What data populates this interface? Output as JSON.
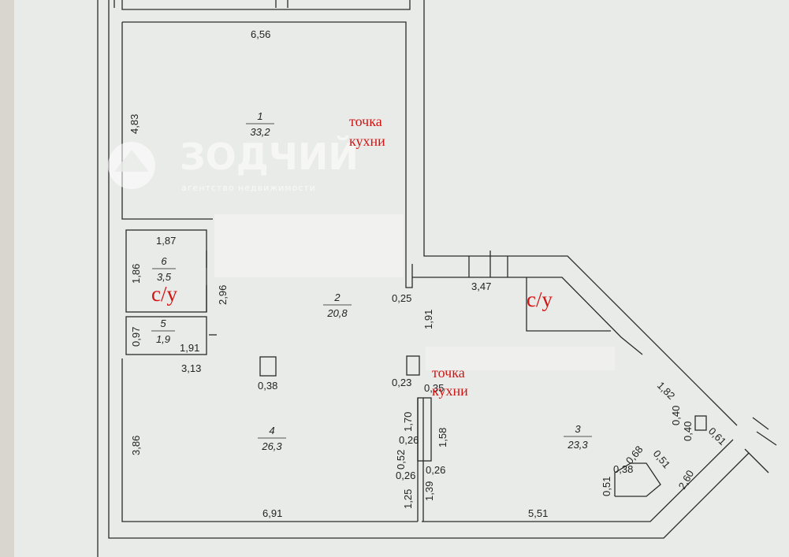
{
  "rooms": [
    {
      "number": "1",
      "area": "33,2"
    },
    {
      "number": "2",
      "area": "20,8"
    },
    {
      "number": "3",
      "area": "23,3"
    },
    {
      "number": "4",
      "area": "26,3"
    },
    {
      "number": "5",
      "area": "1,9"
    },
    {
      "number": "6",
      "area": "3,5"
    }
  ],
  "dimensions": {
    "d_6_56": "6,56",
    "d_4_83": "4,83",
    "d_1_87": "1,87",
    "d_1_86": "1,86",
    "d_2_96": "2,96",
    "d_0_97": "0,97",
    "d_1_91_a": "1,91",
    "d_3_13": "3,13",
    "d_0_38_a": "0,38",
    "d_0_25_a": "0,25",
    "d_1_91_b": "1,91",
    "d_3_47": "3,47",
    "d_0_23": "0,23",
    "d_0_35": "0,35",
    "d_1_70": "1,70",
    "d_1_58": "1,58",
    "d_0_26_a": "0,26",
    "d_0_52": "0,52",
    "d_0_26_b": "0,26",
    "d_0_26_c": "0,26",
    "d_1_25": "1,25",
    "d_1_39": "1,39",
    "d_3_86": "3,86",
    "d_6_91": "6,91",
    "d_5_51": "5,51",
    "d_1_82": "1,82",
    "d_0_40_a": "0,40",
    "d_0_40_b": "0,40",
    "d_0_61": "0,61",
    "d_0_38_b": "0,38",
    "d_0_68": "0,68",
    "d_0_51_a": "0,51",
    "d_0_51_b": "0,51",
    "d_2_60": "2,60"
  },
  "annotations": {
    "kitchen_point_1_line1": "точка",
    "kitchen_point_1_line2": "кухни",
    "kitchen_point_2_line1": "точка",
    "kitchen_point_2_line2": "кухни",
    "wc_1": "с/у",
    "wc_2": "с/у"
  },
  "watermark": {
    "brand": "ЗОДЧИЙ",
    "subtitle": "агентство недвижимости"
  },
  "colors": {
    "background": "#e9ebe8",
    "walls": "#2a2a2a",
    "annotation": "#d11414"
  }
}
